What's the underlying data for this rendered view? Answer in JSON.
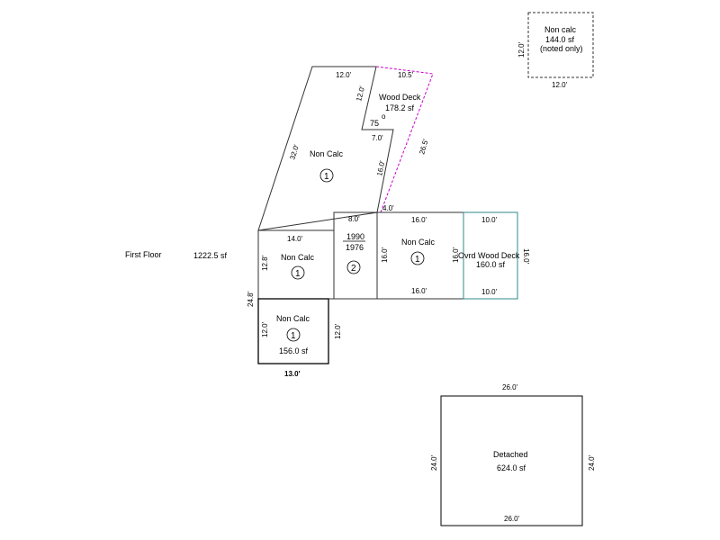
{
  "floor": {
    "label": "First Floor",
    "area": "1222.5 sf",
    "outer_left_dim": "24.8'"
  },
  "main_section": {
    "label": "Non Calc",
    "number": "1",
    "dims": {
      "top": "12.0'",
      "left_slant": "32.0'",
      "right_upper": "12.0'",
      "step": "7.0'",
      "right_lower": "16.0'",
      "step2": "4.0'"
    }
  },
  "wood_deck": {
    "label": "Wood Deck",
    "area": "178.2 sf",
    "dims": {
      "top": "10.5'",
      "right": "26.5'"
    },
    "angle": "75",
    "degree": "o"
  },
  "left_section": {
    "label": "Non Calc",
    "number": "1",
    "dims": {
      "top": "14.0'",
      "left": "12.8'"
    }
  },
  "year_section": {
    "dims": {
      "top": "8.0'"
    },
    "year_built": "1990",
    "year_effective": "1976",
    "number": "2"
  },
  "right_section": {
    "label": "Non Calc",
    "number": "1",
    "dims": {
      "top": "16.0'",
      "bottom": "16.0'",
      "left": "16.0'",
      "right": "16.0'"
    }
  },
  "covered_deck": {
    "label": "Ovrd Wood Deck",
    "area": "160.0 sf",
    "dims": {
      "top": "10.0'",
      "bottom": "10.0'",
      "right": "16.0'"
    }
  },
  "lower_section": {
    "label": "Non Calc",
    "number": "1",
    "area": "156.0 sf",
    "dims": {
      "left": "12.0'",
      "right": "12.0'",
      "bottom": "13.0'"
    }
  },
  "non_calc_note": {
    "label": "Non calc",
    "area": "144.0 sf",
    "note": "(noted only)",
    "dims": {
      "left": "12.0'",
      "bottom": "12.0'"
    }
  },
  "detached": {
    "label": "Detached",
    "area": "624.0 sf",
    "dims": {
      "top": "26.0'",
      "bottom": "26.0'",
      "left": "24.0'",
      "right": "24.0'"
    }
  },
  "colors": {
    "outline": "#333333",
    "deck_dashed": "#cc00cc",
    "covered_deck": "#2f8a8a"
  }
}
